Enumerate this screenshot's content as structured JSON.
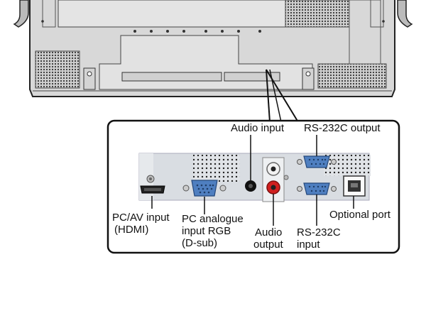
{
  "labels": {
    "audio_input": "Audio input",
    "rs232c_output": "RS-232C output",
    "pc_av_input_line1": "PC/AV input",
    "pc_av_input_line2": "(HDMI)",
    "pc_analogue_line1": "PC analogue",
    "pc_analogue_line2": "input RGB",
    "pc_analogue_line3": "(D-sub)",
    "audio_output_line1": "Audio",
    "audio_output_line2": "output",
    "rs232c_input_line1": "RS-232C",
    "rs232c_input_line2": "input",
    "optional_port": "Optional port"
  },
  "colors": {
    "monitor_fill": "#dcdcdc",
    "monitor_stroke": "#222222",
    "panel_fill": "#d9dde2",
    "dsub_blue": "#4f7fc0",
    "rs232_blue": "#4f7fc0",
    "audio_red": "#d02020",
    "audio_white": "#f2f2f2"
  }
}
